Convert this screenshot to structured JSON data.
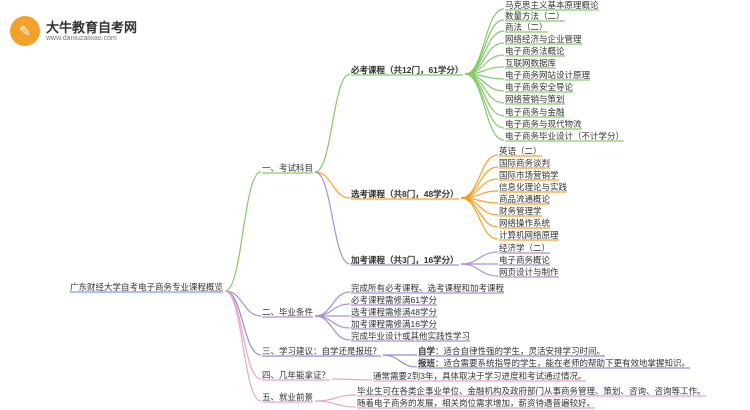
{
  "logo": {
    "name": "大牛教育自考网",
    "url": "www.daniuzaixiao.com",
    "badge_glyph": "✎"
  },
  "colors": {
    "c1": "#86c96a",
    "c2": "#a98fd8",
    "c3": "#8d8ed8",
    "c4": "#e8a5c8",
    "c5": "#b6b9e5",
    "c6": "#f2a22a"
  },
  "mindmap": {
    "root": "广东财经大学自考电子商务专业课程概览",
    "s1": {
      "label": "一、考试科目",
      "g1": {
        "label": "必考课程（共12门，61学分）",
        "items": [
          "马克思主义基本原理概论",
          "数量方法（二）",
          "商法（二）",
          "网络经济与企业管理",
          "电子商务法概论",
          "互联网数据库",
          "电子商务网站设计原理",
          "电子商务安全导论",
          "网络营销与策划",
          "电子商务与金融",
          "电子商务与现代物流",
          "电子商务毕业设计（不计学分）"
        ]
      },
      "g2": {
        "label": "选考课程（共8门，48学分）",
        "items": [
          "英语（二）",
          "国际商务谈判",
          "国际市场营销学",
          "信息化理论与实践",
          "商品流通概论",
          "财务管理学",
          "网络操作系统",
          "计算机网络原理"
        ]
      },
      "g3": {
        "label": "加考课程（共3门，16学分）",
        "items": [
          "经济学（二）",
          "电子商务概论",
          "网页设计与制作"
        ]
      }
    },
    "s2": {
      "label": "二、毕业条件",
      "items": [
        "完成所有必考课程、选考课程和加考课程",
        "必考课程需修满61学分",
        "选考课程需修满48学分",
        "加考课程需修满16学分",
        "完成毕业设计或其他实践性学习"
      ]
    },
    "s3": {
      "label": "三、学习建议：自学还是报班？",
      "items": [
        {
          "key": "自学",
          "text": "：适合自律性强的学生，灵活安排学习时间。"
        },
        {
          "key": "报班",
          "text": "：适合需要系统指导的学生，能在老师的帮助下更有效地掌握知识。"
        }
      ]
    },
    "s4": {
      "label": "四、几年能拿证？",
      "items": [
        "通常需要2到3年，具体取决于学习进度和考试通过情况。"
      ]
    },
    "s5": {
      "label": "五、就业前景",
      "items": [
        "毕业生可在各类企事业单位、金融机构及政府部门从事商务管理、策划、咨询、咨询等工作。",
        "随着电子商务的发展，相关岗位需求增加，薪资待遇普遍较好。"
      ]
    }
  }
}
